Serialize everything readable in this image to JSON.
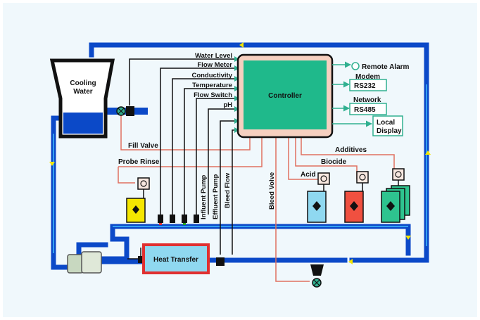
{
  "colors": {
    "page_bg": "#f0f8fc",
    "pipe_blue": "#0b49c8",
    "pipe_light": "#33a0f0",
    "wire_red": "#e07060",
    "wire_black": "#111111",
    "controller_fill": "#1fb98b",
    "controller_frame": "#f6d0c0",
    "tank_red": "#f05040",
    "tank_blue": "#8fd8f0",
    "tank_green": "#2ec48f",
    "tank_yellow": "#f5e600",
    "heat_fill": "#8fd8f0",
    "heat_border": "#e03030",
    "signal_green": "#30b090"
  },
  "cooling_tower": {
    "label_line1": "Cooling",
    "label_line2": "Water",
    "icon": "cooling-tower-icon"
  },
  "controller": {
    "label": "Controller"
  },
  "sensor_labels": {
    "water_level": "Water Level",
    "flow_meter": "Flow Meter",
    "conductivity": "Conductivity",
    "temperature": "Temperature",
    "flow_switch": "Flow Switch",
    "ph": "pH"
  },
  "outputs": {
    "remote_alarm": "Remote Alarm",
    "modem_title": "Modem",
    "modem_box": "RS232",
    "network_title": "Network",
    "network_box": "RS485",
    "local_display_line1": "Local",
    "local_display_line2": "Display"
  },
  "chem_labels": {
    "fill_valve": "Fill Valve",
    "probe_rinse": "Probe Rinse",
    "additives": "Additives",
    "biocide": "Biocide",
    "acid": "Acid"
  },
  "vertical_labels": {
    "influent_pump": "Influent Pump",
    "effluent_pump": "Effluent Pump",
    "bleed_flow": "Bleed Flow",
    "bleed_volve": "Bleed Volve"
  },
  "heat_transfer": {
    "label": "Heat Transfer"
  }
}
